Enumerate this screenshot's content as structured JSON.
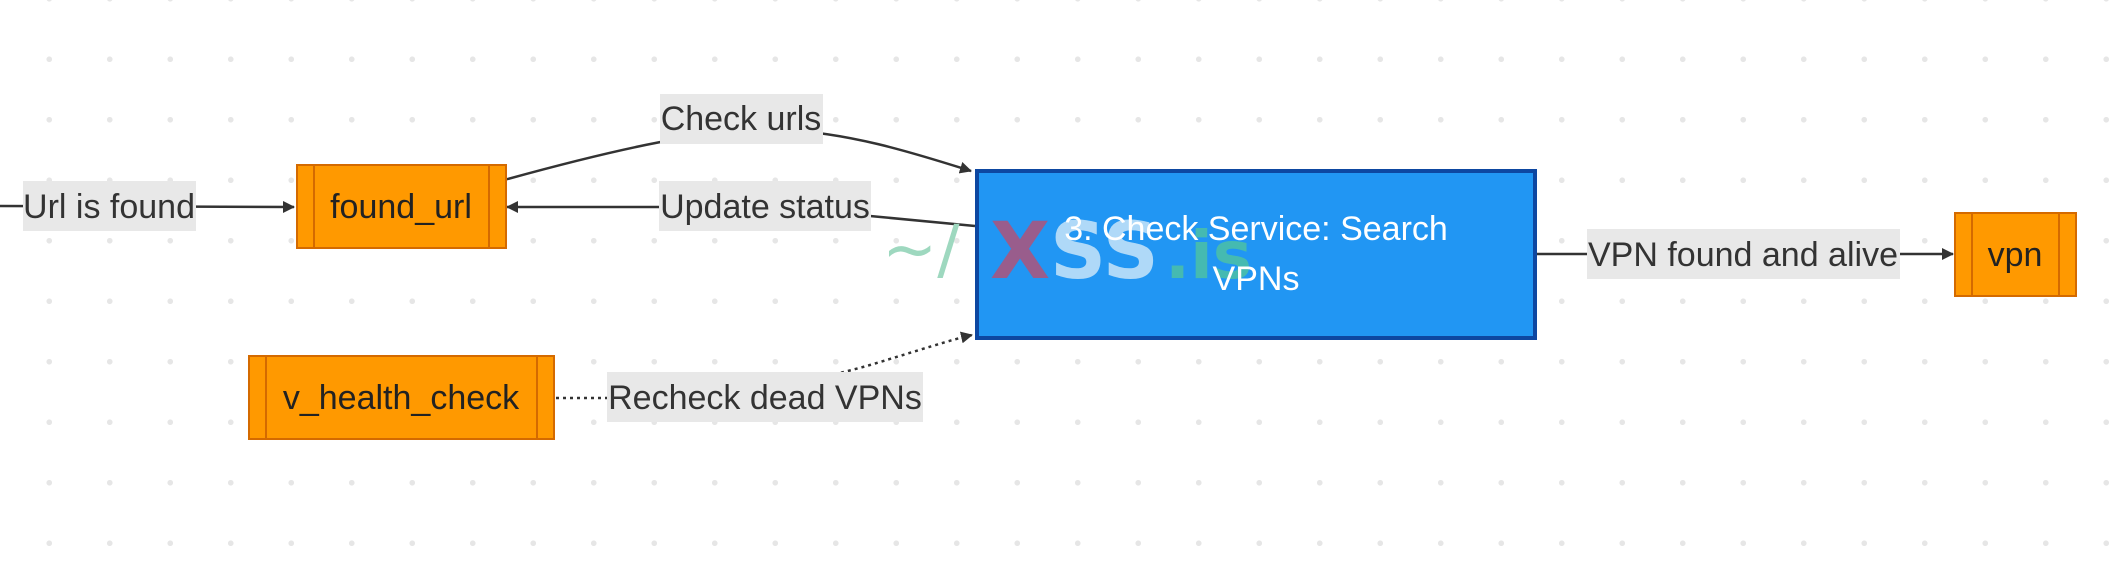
{
  "diagram": {
    "nodes": {
      "found_url": "found_url",
      "v_health_check": "v_health_check",
      "vpn": "vpn",
      "service_line1": "3. Check Service: Search",
      "service_line2": "VPNs"
    },
    "edges": {
      "url_is_found": "Url is found",
      "check_urls": "Check urls",
      "update_status": "Update status",
      "recheck_dead_vpns": "Recheck dead VPNs",
      "vpn_found_and_alive": "VPN found and alive"
    },
    "watermark": {
      "prefix": "~/",
      "x_letter": "X",
      "ss": "SS",
      "suffix": ".is"
    }
  },
  "colors": {
    "service_fill": "#2196f3",
    "service_border": "#0d47a1",
    "node_fill": "#ff9900",
    "node_border": "#d46a00",
    "edge_label_bg": "#e8e8e8"
  }
}
